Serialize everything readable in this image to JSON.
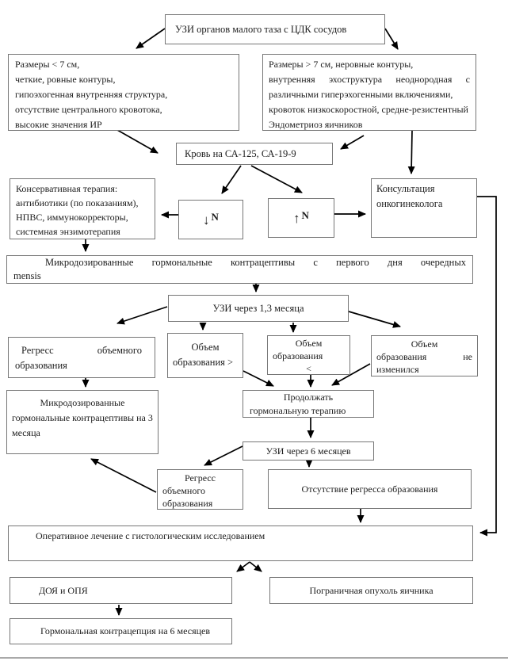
{
  "diagram": {
    "kind": "flowchart",
    "language": "ru",
    "colors": {
      "background": "#ffffff",
      "box_border": "#767676",
      "text": "#1c1c1c",
      "connector": "#000000"
    },
    "boxes": {
      "uzi_cdk": {
        "text": "УЗИ органов малого таза с ЦДК сосудов"
      },
      "left_criteria": {
        "lines": [
          "Размеры < 7 см,",
          "четкие, ровные контуры,",
          "гипоэхогенная внутренняя структура,",
          "отсутствие центрального кровотока,",
          "высокие значения ИР"
        ]
      },
      "right_criteria": {
        "lines": [
          "Размеры > 7 см, неровные контуры,",
          "внутренняя эхоструктура неоднородная с",
          "различными гиперэхогенными включениями,",
          "кровоток низкоскоростной, средне-резистентный",
          "Эндометриоз яичников"
        ]
      },
      "blood": {
        "text": "Кровь на СА-125, СА-19-9"
      },
      "conservative": {
        "lines": [
          "Консервативная терапия:",
          "антибиотики (по показаниям),",
          "НПВС, иммунокорректоры,",
          "системная энзимотерапия"
        ]
      },
      "n_down": {
        "symbol": "↓",
        "label": "N"
      },
      "n_up": {
        "symbol": "↑",
        "label": "N"
      },
      "consult": {
        "lines": [
          "Консультация",
          "онкогинеколога"
        ]
      },
      "mensis": {
        "lines": [
          "Микродозированные гормональные контрацептивы с первого дня очередных",
          "mensis"
        ]
      },
      "uzi13": {
        "text": "УЗИ через 1,3 месяца"
      },
      "regress1": {
        "lines": [
          "Регресс объемного",
          "образования"
        ]
      },
      "vol_gt": {
        "lines": [
          "Объем",
          "образования >"
        ]
      },
      "vol_lt": {
        "lines": [
          "Объем",
          "образования",
          "<"
        ]
      },
      "vol_same": {
        "lines": [
          "Объем",
          "образования не",
          "изменился"
        ]
      },
      "micro3": {
        "lines": [
          "Микродозированные",
          "гормональные контрацептивы на 3",
          "месяца"
        ]
      },
      "continue_therapy": {
        "lines": [
          "Продолжать",
          "гормональную терапию"
        ]
      },
      "uzi6": {
        "text": "УЗИ через 6 месяцев"
      },
      "regress2": {
        "lines": [
          "Регресс",
          "объемного",
          "образования"
        ]
      },
      "no_regress": {
        "text": "Отсутствие регресса образования"
      },
      "surgery": {
        "text": "Оперативное лечение с гистологическим исследованием"
      },
      "benign": {
        "text": "ДОЯ и ОПЯ"
      },
      "borderline": {
        "text": "Пограничная опухоль яичника"
      },
      "hormonal6": {
        "text": "Гормональная контрацепция на 6 месяцев"
      }
    },
    "connections": [
      {
        "from": "uzi_cdk",
        "to": "left_criteria"
      },
      {
        "from": "uzi_cdk",
        "to": "right_criteria"
      },
      {
        "from": "left_criteria",
        "to": "blood"
      },
      {
        "from": "right_criteria",
        "to": "blood"
      },
      {
        "from": "right_criteria",
        "to": "consult"
      },
      {
        "from": "blood",
        "to": "n_down"
      },
      {
        "from": "blood",
        "to": "n_up"
      },
      {
        "from": "n_down",
        "to": "conservative"
      },
      {
        "from": "n_up",
        "to": "consult"
      },
      {
        "from": "conservative",
        "to": "mensis"
      },
      {
        "from": "mensis",
        "to": "uzi13"
      },
      {
        "from": "uzi13",
        "to": "regress1"
      },
      {
        "from": "uzi13",
        "to": "vol_gt"
      },
      {
        "from": "uzi13",
        "to": "vol_lt"
      },
      {
        "from": "uzi13",
        "to": "vol_same"
      },
      {
        "from": "regress1",
        "to": "micro3"
      },
      {
        "from": "vol_gt",
        "to": "continue_therapy"
      },
      {
        "from": "vol_lt",
        "to": "continue_therapy"
      },
      {
        "from": "vol_same",
        "to": "continue_therapy"
      },
      {
        "from": "continue_therapy",
        "to": "uzi6"
      },
      {
        "from": "uzi6",
        "to": "regress2"
      },
      {
        "from": "uzi6",
        "to": "no_regress"
      },
      {
        "from": "regress2",
        "to": "micro3"
      },
      {
        "from": "no_regress",
        "to": "surgery"
      },
      {
        "from": "consult",
        "to": "surgery"
      },
      {
        "from": "surgery",
        "to": "benign"
      },
      {
        "from": "surgery",
        "to": "borderline"
      },
      {
        "from": "benign",
        "to": "hormonal6"
      }
    ]
  }
}
